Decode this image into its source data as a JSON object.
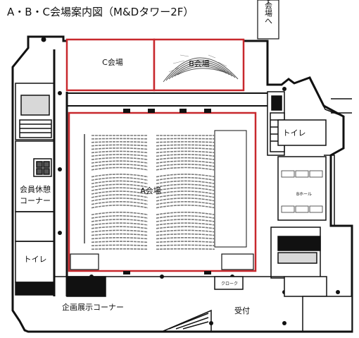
{
  "title": "A・B・C会場案内図（M&Dタワー2F）",
  "colors": {
    "highlight": "#c8282d",
    "wall": "#111111",
    "seat": "#7a7a7a",
    "light_fill": "#f4f4f4"
  },
  "labels": {
    "room_c": "C会場",
    "room_b": "B会場",
    "room_a": "A会場",
    "room_d_arrow": "D会場へ",
    "toilet_right": "トイレ",
    "toilet_left": "トイレ",
    "lounge_line1": "会員休憩",
    "lounge_line2": "コーナー",
    "exhibit": "企画展示コーナー",
    "reception": "受付",
    "hall_b_small": "Bホール",
    "cloak_small": "クローク"
  }
}
